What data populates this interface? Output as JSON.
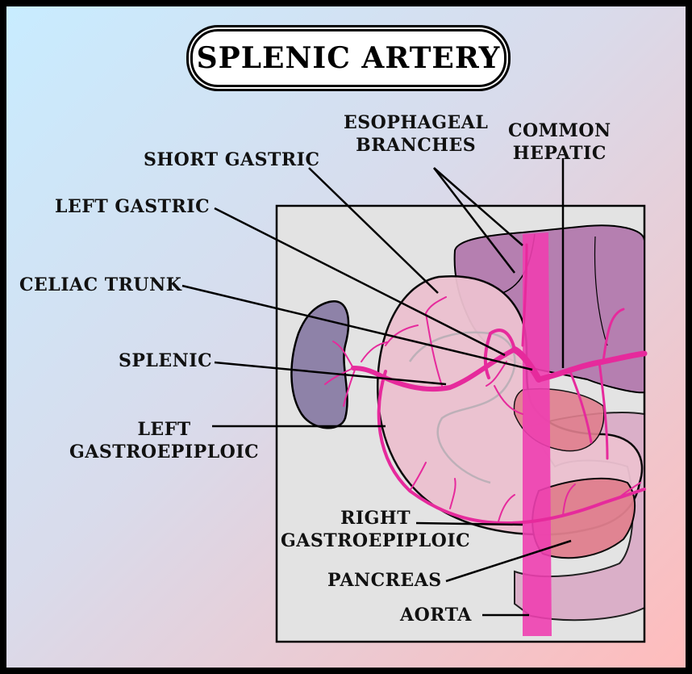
{
  "title": "SPLENIC ARTERY",
  "labels": {
    "esophageal_branches": [
      "ESOPHAGEAL",
      "BRANCHES"
    ],
    "common_hepatic": [
      "COMMON",
      "HEPATIC"
    ],
    "short_gastric": "SHORT GASTRIC",
    "left_gastric": "LEFT GASTRIC",
    "celiac_trunk": "CELIAC TRUNK",
    "splenic": "SPLENIC",
    "left_gastroepiploic": [
      "LEFT",
      "GASTROEPIPLOIC"
    ],
    "right_gastroepiploic": [
      "RIGHT",
      "GASTROEPIPLOIC"
    ],
    "pancreas": "PANCREAS",
    "aorta": "AORTA"
  },
  "colors": {
    "artery": "#e62a9c",
    "aorta": "#ee3fb0",
    "spleen": "#8e82a8",
    "liver": "#b57fb0",
    "stomach": "#ecc1d0",
    "pancreas": "#e07f8e",
    "panel": "#e3e3e3"
  }
}
